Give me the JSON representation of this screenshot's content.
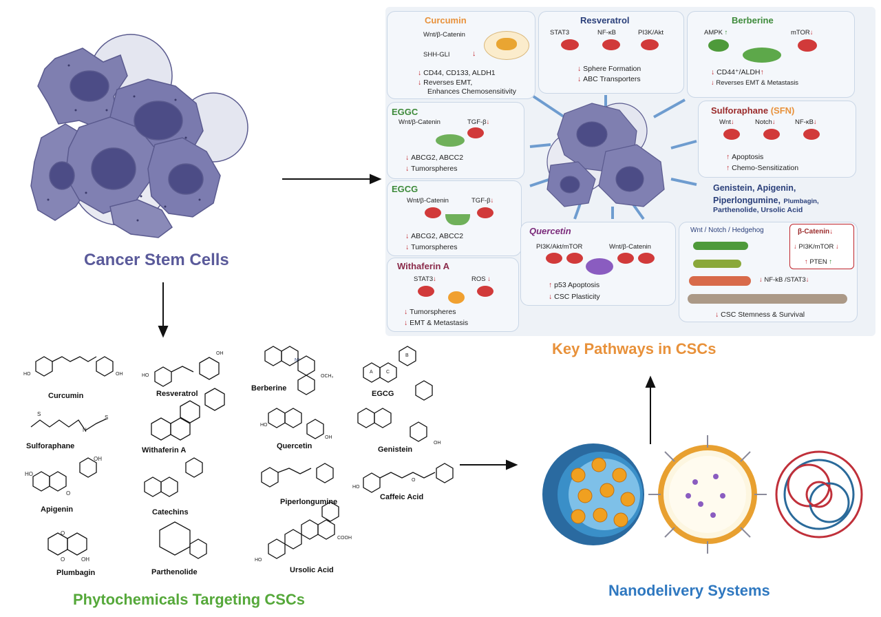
{
  "titles": {
    "csc": "Cancer Stem Cells",
    "pathways": "Key Pathways in CSCs",
    "phyto": "Phytochemicals Targeting CSCs",
    "nano": "Nanodelivery Systems"
  },
  "colors": {
    "csc_title": "#5a5a9a",
    "pathways_title": "#e8913a",
    "phyto_title": "#55a83a",
    "nano_title": "#2f78c0",
    "cell": "#7f7fb0",
    "nucleus": "#4c4c86",
    "receptor": "#d13a3a",
    "down_arrow": "#c0242b",
    "up_arrow_green": "#2f8a2f"
  },
  "panels": {
    "curcumin": {
      "title": "Curcumin",
      "labels": [
        "Wnt/β-Catenin",
        "SHH-GLI"
      ],
      "effects": [
        "CD44, CD133, ALDH1",
        "Reverses EMT,",
        "Enhances Chemosensitivity"
      ]
    },
    "resveratrol": {
      "title": "Resveratrol",
      "labels": [
        "STAT3",
        "NF-κB",
        "PI3K/Akt"
      ],
      "effects": [
        "Sphere Formation",
        "ABC Transporters"
      ]
    },
    "berberine": {
      "title": "Berberine",
      "labels": [
        "AMPK",
        "mTOR"
      ],
      "effects": [
        "CD44⁺/ALDH",
        "Reverses EMT & Metastasis"
      ]
    },
    "egcc": {
      "title": "EGGC",
      "labels": [
        "Wnt/β-Catenin",
        "TGF-β"
      ],
      "effects": [
        "ABCG2, ABCC2",
        "Tumorspheres"
      ]
    },
    "sfn": {
      "title": "Sulforaphane",
      "title_suffix": "(SFN)",
      "labels": [
        "Wnt",
        "Notch",
        "NF-κB"
      ],
      "effects": [
        "Apoptosis",
        "Chemo-Sensitization"
      ]
    },
    "egcg": {
      "title": "EGCG",
      "labels": [
        "Wnt/β-Catenin",
        "TGF-β"
      ],
      "effects": [
        "ABCG2, ABCC2",
        "Tumorspheres"
      ]
    },
    "genistein": {
      "line1": "Genistein, Apigenin,",
      "line2a": "Piperlongumine,",
      "line2b": "Plumbagin,",
      "line3": "Parthenolide, Ursolic Acid"
    },
    "quercetin": {
      "title": "Quercetin",
      "labels": [
        "PI3K/Akt/mTOR",
        "Wnt/β-Catenin"
      ],
      "effects": [
        "p53 Apoptosis",
        "CSC Plasticity"
      ]
    },
    "withaferin": {
      "title": "Withaferin A",
      "labels": [
        "STAT3",
        "ROS"
      ],
      "effects": [
        "Tumorspheres",
        "EMT & Metastasis"
      ]
    },
    "combined": {
      "header": "Wnt / Notch / Hedgehog",
      "beta": "β-Catenin",
      "pi3k": "PI3K/mTOR",
      "pten": "PTEN",
      "nfkb": "NF-kB /STAT3",
      "footer": "CSC Stemness & Survival"
    }
  },
  "chemicals": {
    "curcumin": "Curcumin",
    "resveratrol": "Resveratrol",
    "berberine": "Berberine",
    "egcg": "EGCG",
    "sulforaphane": "Sulforaphane",
    "withaferin": "Withaferin A",
    "quercetin": "Quercetin",
    "genistein": "Genistein",
    "apigenin": "Apigenin",
    "catechins": "Catechins",
    "piperlongumine": "Piperlongumine",
    "caffeic": "Caffeic Acid",
    "plumbagin": "Plumbagin",
    "parthenolide": "Parthenolide",
    "ursolic": "Ursolic Acid"
  },
  "atoms": {
    "ho": "HO",
    "oh": "OH",
    "o": "O",
    "och3": "OCH₃",
    "cooh": "COOH",
    "s": "S",
    "n": "N",
    "nplus": "N⁺",
    "ring_a": "A",
    "ring_b": "B",
    "ring_c": "C",
    "c": "C"
  }
}
